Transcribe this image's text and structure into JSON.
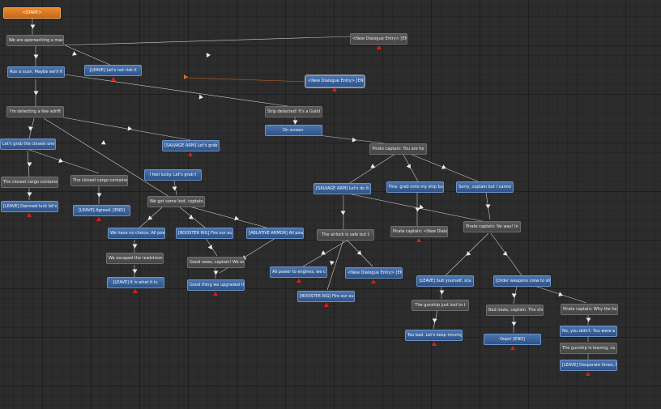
{
  "canvas": {
    "background": "#2c2c2c",
    "grid": true
  },
  "nodes": {
    "start": "<START>",
    "n_approach": "We are approaching a massi",
    "n_new_end1": "<New Dialogue Entry> [END]",
    "n_scan": "Run a scan. Maybe we'll fi",
    "n_leave_risk": "[LEAVE] Let's not risk it",
    "n_new_end2": "<New Dialogue Entry> [END]",
    "n_detecting": "I'm detecting a few adrift",
    "n_ship_detected": "Ship detected! It's a Guild",
    "n_on_screen": "On screen.",
    "n_grab_closest": "Let's grab the closest one",
    "n_salvage_grab": "[SALVAGE ARM] Let's grab t",
    "n_pirate_captain": "Pirate captain: You are he",
    "n_feel_lucky": "I feel lucky. Let's grab t",
    "n_closest_cargo1": "The closest cargo containe",
    "n_closest_cargo2": "The closest cargo containe",
    "n_salvage_do": "[SALVAGE ARM] Let's do it.",
    "n_fine_grab": "Fine, grab onto my ship bu",
    "n_sorry": "Sorry, captain but I canno",
    "n_leave_damned": "[LEAVE] Damned luck let's",
    "n_leave_agreed": "[LEAVE] Agreed. [END]",
    "n_got_loot": "We got some loot, captain,",
    "n_pirate_new": "Pirate captain: <New Dialo",
    "n_pirate_noway": "Pirate captain: No way! In",
    "n_no_choice": "We have no choice. All pow",
    "n_booster_fire": "[BOOSTER RIG] Fire our aux",
    "n_ablative": "[ABLATIVE ARMOR] All power",
    "n_airlock": "The airlock is safe but t",
    "n_escaped": "We escaped the rewlstrom,",
    "n_good_news": "Good news, captain! We esca",
    "n_all_power": "All power to engines, we c",
    "n_new_end3": "<New Dialogue Entry> [END]",
    "n_leave_suit": "[LEAVE] Suit yourself, sca",
    "n_order_weapons": "[Order weapons crew to sho",
    "n_leave_what": "[LEAVE] It is what it is.",
    "n_good_thing": "Good thing we upgraded the",
    "n_booster_fire2": "[BOOSTER RIG] Fire our aux",
    "n_gunship_lost": "The gunship just lost to t",
    "n_bad_news": "Bad news, captain. The shot",
    "n_pirate_why": "Pirate captain: Why the he",
    "n_too_bad": "Too bad. Let's keep moving",
    "n_oops": "Oops! [END]",
    "n_no_you_didnt": "No, you didn't. You were a",
    "n_gunship_leaving": "The gunship is leaving, ca",
    "n_leave_desperate": "[LEAVE] Desperate times, N"
  }
}
